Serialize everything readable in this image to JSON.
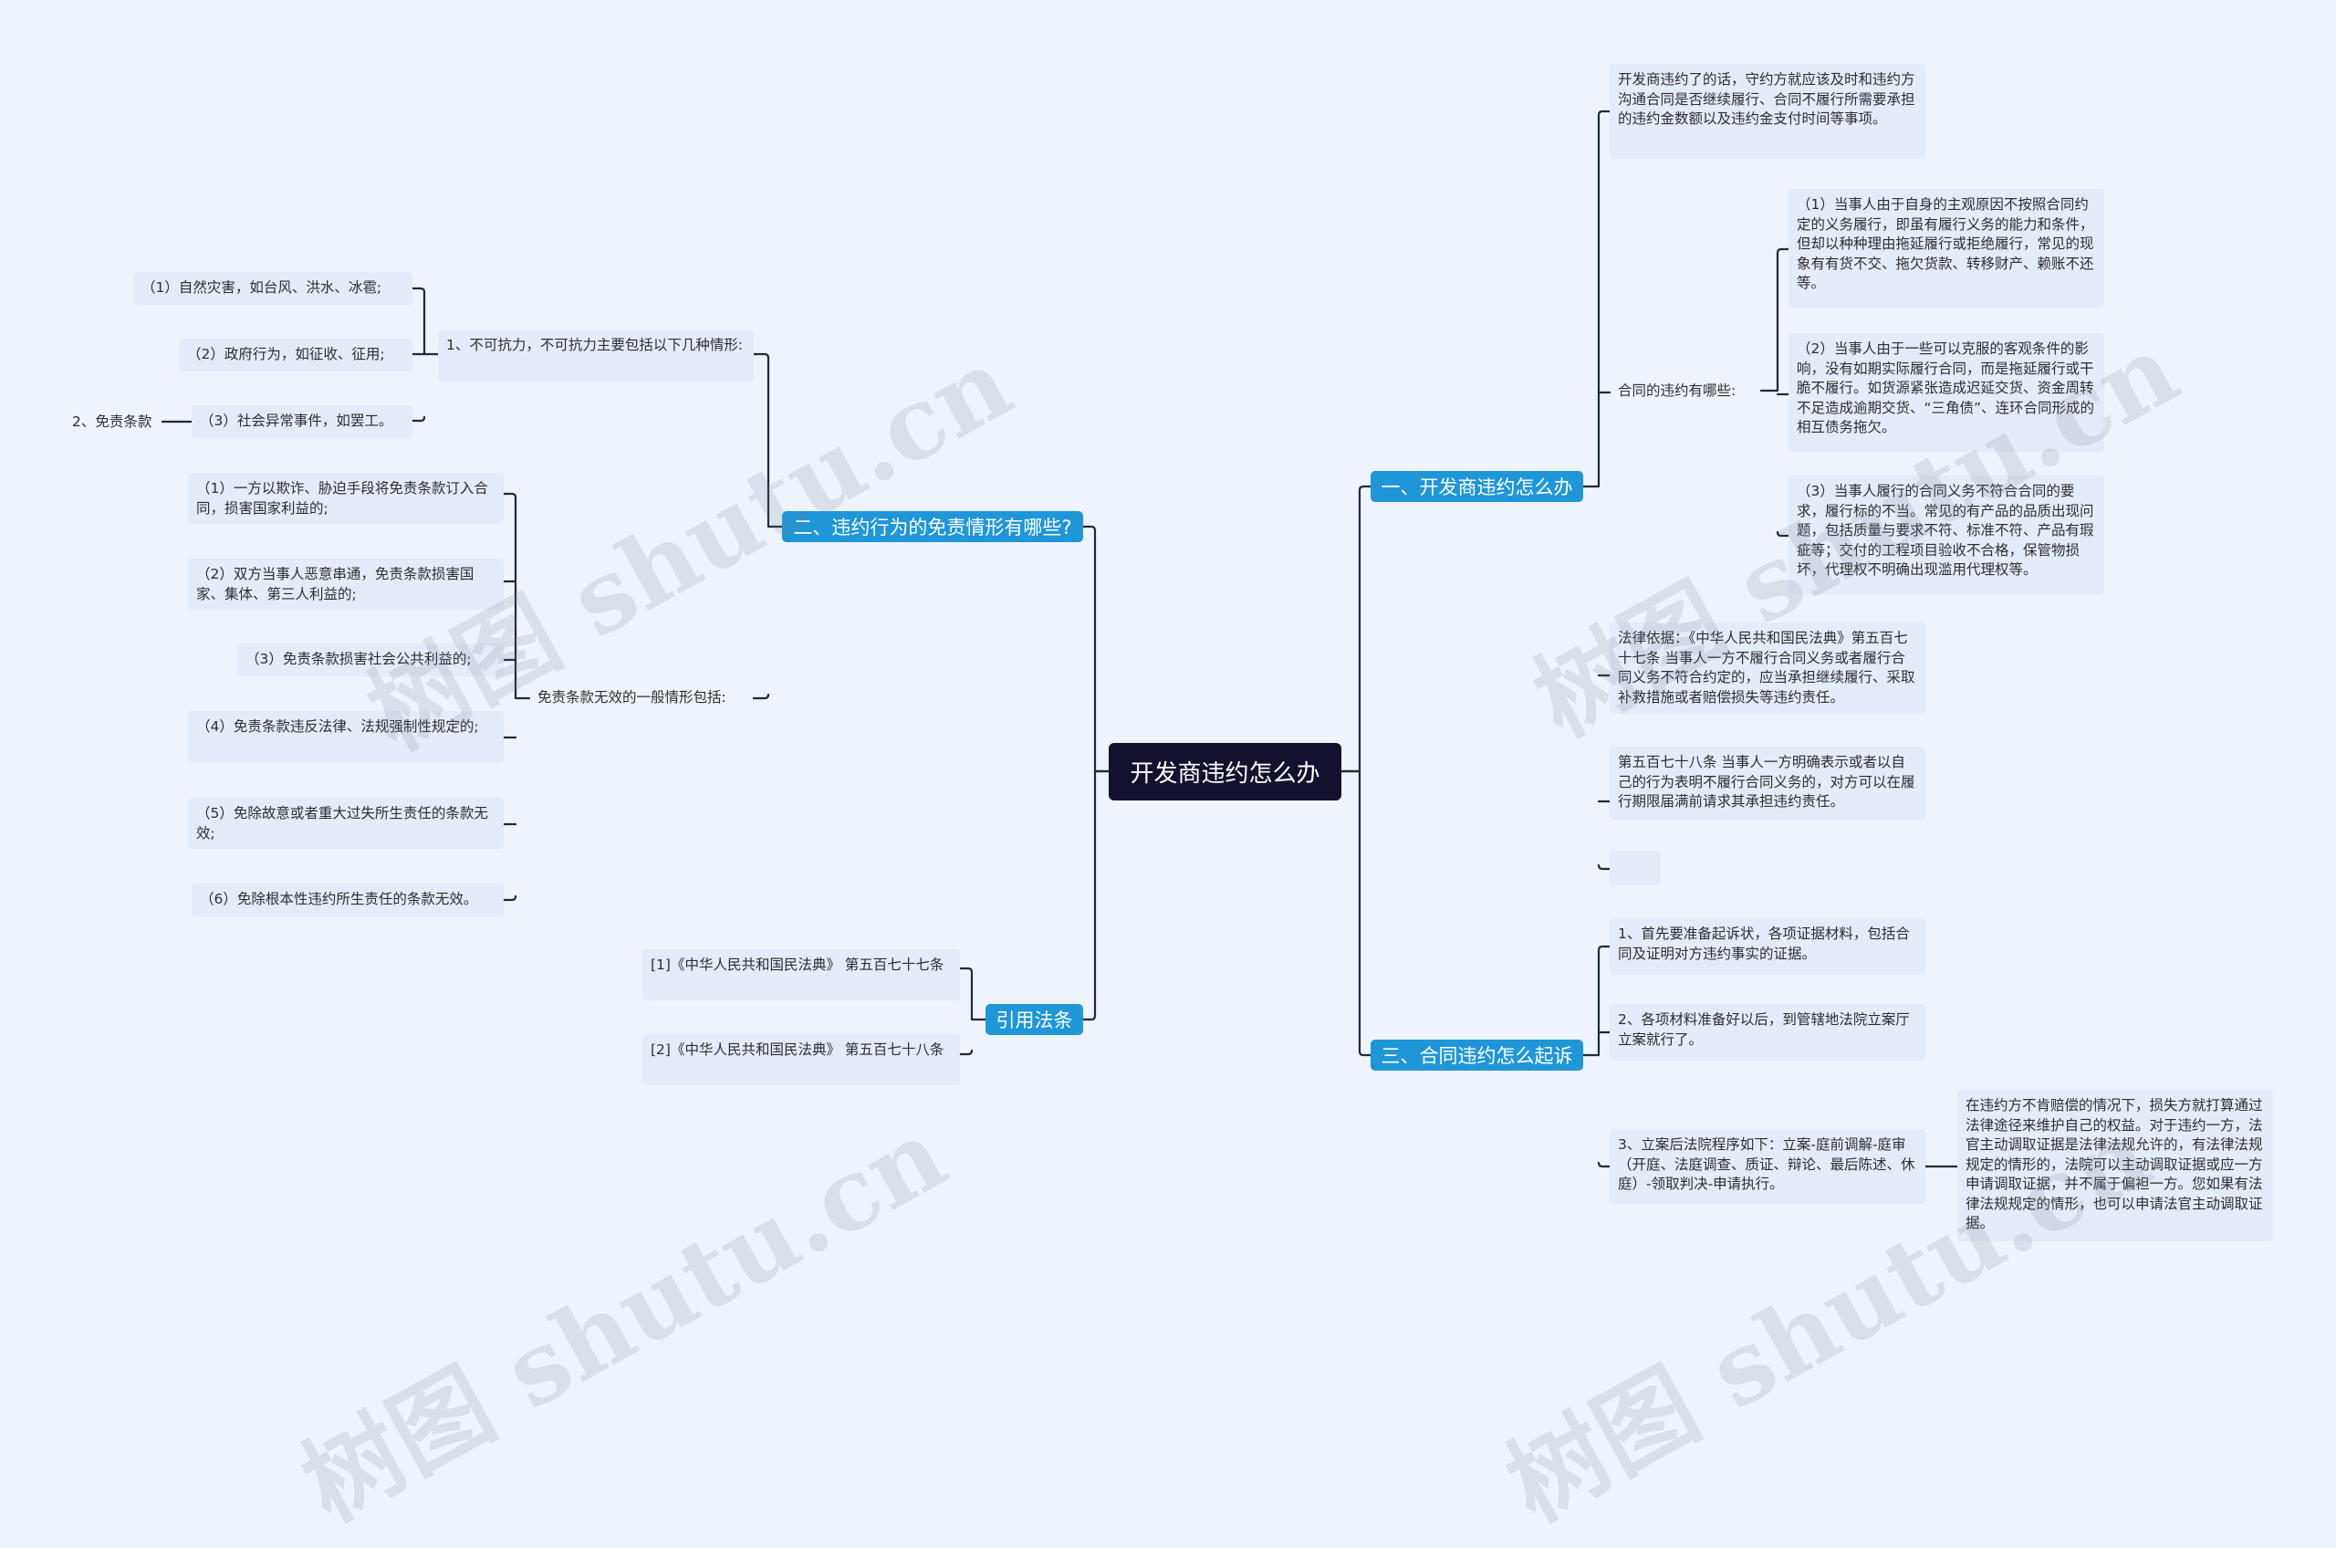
{
  "root": "开发商违约怎么办",
  "branches": {
    "b1": "一、开发商违约怎么办",
    "b2": "二、违约行为的免责情形有哪些?",
    "b3": "三、合同违约怎么起诉",
    "b4": "引用法条"
  },
  "b1_items": {
    "intro": "开发商违约了的话，守约方就应该及时和违约方沟通合同是否继续履行、合同不履行所需要承担的违约金数额以及违约金支付时间等事项。",
    "types_label": "合同的违约有哪些:",
    "type1": "（1）当事人由于自身的主观原因不按照合同约定的义务履行，即虽有履行义务的能力和条件，但却以种种理由拖延履行或拒绝履行，常见的现象有有货不交、拖欠货款、转移财产、赖账不还等。",
    "type2": "（2）当事人由于一些可以克服的客观条件的影响，没有如期实际履行合同，而是拖延履行或干脆不履行。如货源紧张造成迟延交货、资金周转不足造成逾期交货、“三角债”、连环合同形成的相互债务拖欠。",
    "type3": "（3）当事人履行的合同义务不符合合同的要求，履行标的不当。常见的有产品的品质出现问题，包括质量与要求不符、标准不符、产品有瑕疵等；交付的工程项目验收不合格，保管物损坏，代理权不明确出现滥用代理权等。",
    "law1": "法律依据：《中华人民共和国民法典》第五百七十七条 当事人一方不履行合同义务或者履行合同义务不符合约定的，应当承担继续履行、采取补救措施或者赔偿损失等违约责任。",
    "law2": "第五百七十八条 当事人一方明确表示或者以自己的行为表明不履行合同义务的，对方可以在履行期限届满前请求其承担违约责任。"
  },
  "b2_items": {
    "force_label": "1、不可抗力，不可抗力主要包括以下几种情形:",
    "force1": "（1）自然灾害，如台风、洪水、冰雹;",
    "force2": "（2）政府行为，如征收、征用;",
    "force3": "（3）社会异常事件，如罢工。",
    "clause_label": "2、免责条款",
    "invalid_label": "免责条款无效的一般情形包括:",
    "inv1": "（1）一方以欺诈、胁迫手段将免责条款订入合同，损害国家利益的;",
    "inv2": "（2）双方当事人恶意串通，免责条款损害国家、集体、第三人利益的;",
    "inv3": "（3）免责条款损害社会公共利益的;",
    "inv4": "（4）免责条款违反法律、法规强制性规定的;",
    "inv5": "（5）免除故意或者重大过失所生责任的条款无效;",
    "inv6": "（6）免除根本性违约所生责任的条款无效。"
  },
  "b3_items": {
    "s1": "1、首先要准备起诉状，各项证据材料，包括合同及证明对方违约事实的证据。",
    "s2": "2、各项材料准备好以后，到管辖地法院立案厅立案就行了。",
    "s3": "3、立案后法院程序如下：立案-庭前调解-庭审（开庭、法庭调查、质证、辩论、最后陈述、休庭）-领取判决-申请执行。",
    "s3_note": "在违约方不肯赔偿的情况下，损失方就打算通过法律途径来维护自己的权益。对于违约一方，法官主动调取证据是法律法规允许的，有法律法规规定的情形的，法院可以主动调取证据或应一方申请调取证据，并不属于偏袒一方。您如果有法律法规规定的情形，也可以申请法官主动调取证据。"
  },
  "b4_items": {
    "r1": "[1]《中华人民共和国民法典》 第五百七十七条",
    "r2": "[2]《中华人民共和国民法典》 第五百七十八条"
  },
  "watermark": "树图 shutu.cn",
  "colors": {
    "background": "#eef3fc",
    "root": "#13112f",
    "branch": "#1f96d8",
    "leaf": "#e4ebf9",
    "line": "#1f2a3a"
  }
}
